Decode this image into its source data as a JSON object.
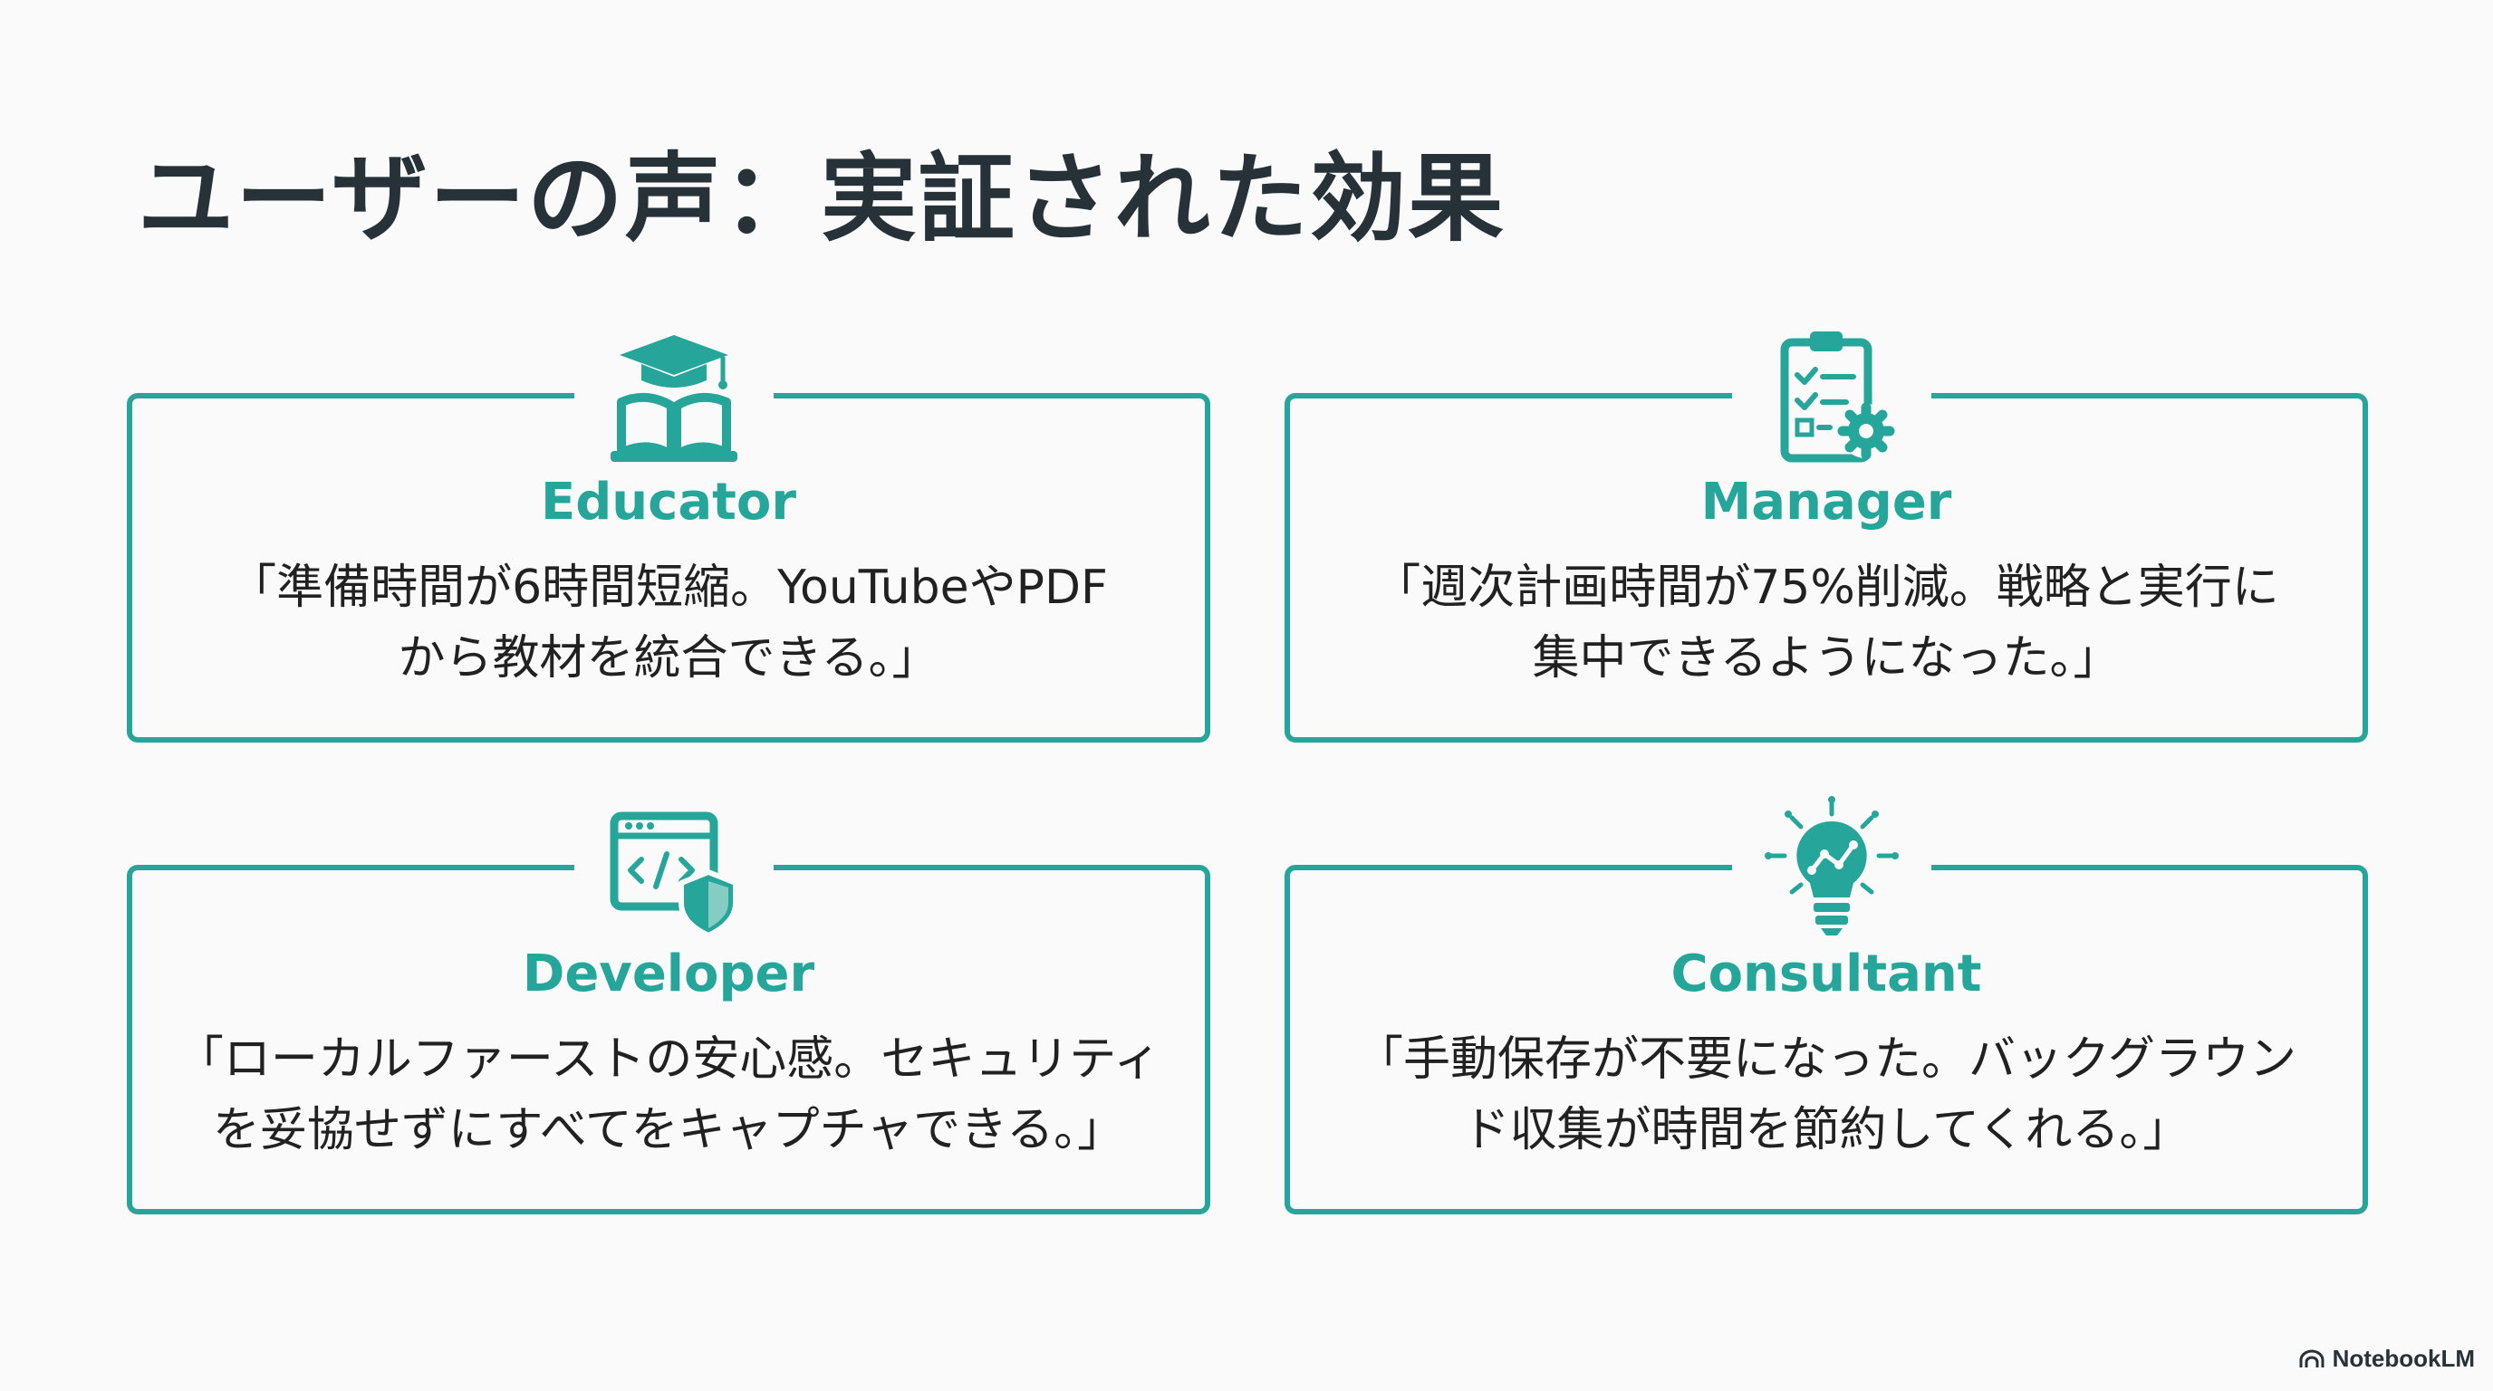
{
  "title": "ユーザーの声：実証された効果",
  "accent_color": "#26a69a",
  "testimonials": [
    {
      "role": "Educator",
      "icon": "graduation-cap-book-icon",
      "quote_line1": "「準備時間が6時間短縮。YouTubeやPDF",
      "quote_line2": "から教材を統合できる。」"
    },
    {
      "role": "Manager",
      "icon": "clipboard-checklist-gear-icon",
      "quote_line1": "「週次計画時間が75%削減。戦略と実行に",
      "quote_line2": "集中できるようになった。」"
    },
    {
      "role": "Developer",
      "icon": "code-window-shield-icon",
      "quote_line1": "「ローカルファーストの安心感。セキュリティ",
      "quote_line2": "を妥協せずにすべてをキャプチャできる。」"
    },
    {
      "role": "Consultant",
      "icon": "lightbulb-chart-icon",
      "quote_line1": "「手動保存が不要になった。バックグラウン",
      "quote_line2": "ド収集が時間を節約してくれる。」"
    }
  ],
  "brand": "NotebookLM"
}
